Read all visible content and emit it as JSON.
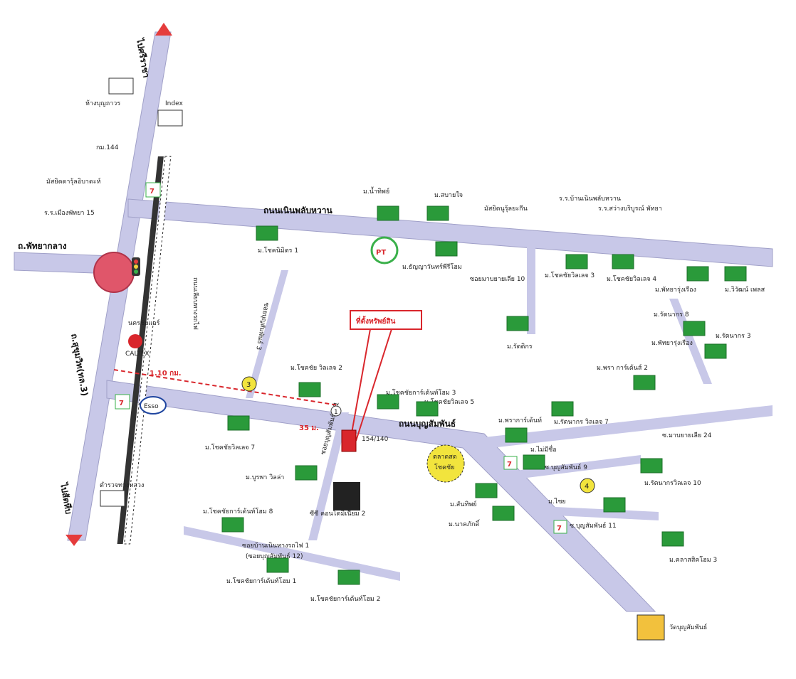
{
  "map": {
    "roads": {
      "sukhumvit": "ถ.สุขุมวิท(ทล.3)",
      "pattaya_klang": "ถ.พัทยากลาง",
      "noen_phlap_wan": "ถนนเนินพลับหวาน",
      "bunsamphan": "ถนนบุญสัมพันธ์",
      "to_sriracha": "ไปศรีราชา",
      "to_sattahip": "ไปสัตหีบ",
      "railway": "ถนนเลียบทางรถไฟ",
      "soi_bunsamphan_3": "ซอยบุญสัมพันธ์ 3",
      "soi_bunsamphan_6_1": "ซอยบุญสัมพันธ์ 6/1",
      "soi_maprao_10": "ซอยมาบยายเลีย 10",
      "soi_maprao_24": "ซ.มาบยายเลีย 24",
      "soi_bunsamphan_9": "ซ.บุญสัมพันธ์ 9",
      "soi_bunsamphan_11": "ซ.บุญสัมพันธ์ 11",
      "soi_ban_noen": "ซอยบ้านเนินทางรถไฟ 1",
      "soi_ban_noen_2": "(ซอยบุญสัมพันธ์ 12)"
    },
    "target": {
      "label": "ที่ตั้งทรัพย์สิน",
      "number": "154/140",
      "distance_main": "1.10 กม.",
      "distance_soi": "35 ม."
    },
    "markers": {
      "km": "กม.144",
      "circle_3": "3",
      "circle_4": "4",
      "circle_1": "1",
      "market": [
        "ตลาดสด",
        "โชคชัย"
      ],
      "seven": "7",
      "esso": "Esso",
      "pt": "PT",
      "caltex": "CALTEX"
    },
    "places": {
      "bunchavarn": "ห้างบุญถาวร",
      "index": "Index",
      "mosque": "มัสยิดดารุ้ลอิบาดะห์",
      "school_mueang": "ร.ร.เมืองพัทยา 15",
      "nakhonchai": "นครชัยแอร์",
      "highway_police": "ตำรวจทางหลวง",
      "mosque2": "มัสยิดนูรุ้ลยะกีน",
      "school_noen": "ร.ร.บ้านเนินพลับหวาน",
      "school_sawang": "ร.ร.สว่างบริบูรณ์ พัทยา",
      "wat": "วัดบุญสัมพันธ์",
      "condo": "ซีซี คอนโดมิเนียม 2"
    },
    "villages": {
      "nam_thip": "ม.น้ำทิพย์",
      "sabai_jai": "ม.สบายใจ",
      "chokchai_1": "ม.โชคนิมิตร 1",
      "thanyawan": "ม.ธัญญาวันทร์พีรีโฮม",
      "chokchai_village3": "ม.โชคชัยวิลเลจ 3",
      "chokchai_village4": "ม.โชคชัยวิลเลจ 4",
      "pattaya_rung": "ม.พัทยารุ่งเรือง",
      "wiwat": "ม.วิวัฒน์ เพลส",
      "rat_nakorn_8": "ม.รัตนากร 8",
      "pattaya_rung2": "ม.พัทยารุ่งเรือง",
      "rat_nakorn_3": "ม.รัตนากร 3",
      "pran_gardens": "ม.พรา การ์เด้นส์ 2",
      "ratchaphruk": "ม.รัตติกร",
      "chokchai_village2": "ม.โชคชัย วิลเลจ 2",
      "chokchai_garden3": "ม.โชคชัยการ์เด้นท์โฮม 3",
      "chokchai_village5": "ม.โชคชัยวิลเลจ 5",
      "pran_garden": "ม.พราการ์เด้นท์",
      "rat_nakorn_village7": "ม.รัตนากร วิลเลจ 7",
      "chokchai_village7": "ม.โชคชัยวิลเลจ 7",
      "mai_mi_chue": "ม.ไม่มีชื่อ",
      "burapha": "ม.บูรพา วิลล่า",
      "santhip": "ม.สันทิพย์",
      "rat_nakorn_village10": "ม.รัตนากรวิลเลจ 10",
      "chokchai_garden8": "ม.โชคชัยการ์เด้นท์โฮม 8",
      "narakdee": "ม.นาคภักดิ์",
      "lalisa": "ม.คลาสสิคโฮม 3",
      "chokchai_garden1": "ม.โชคชัยการ์เด้นท์โฮม 1",
      "chokchai_garden2": "ม.โชคชัยการ์เด้นท์โฮม 2",
      "maisee": "ม.ไม่มีชื่อ",
      "ma_nonchai": "ม.ไชย"
    }
  }
}
